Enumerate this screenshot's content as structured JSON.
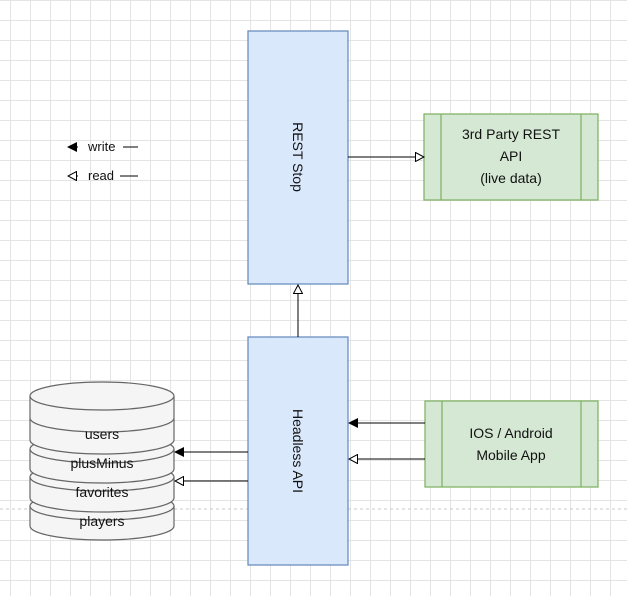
{
  "legend": {
    "write_label": "write",
    "read_label": "read"
  },
  "nodes": {
    "rest_stop": {
      "label": "REST Stop"
    },
    "headless_api": {
      "label": "Headless API"
    },
    "third_party": {
      "lines": [
        "3rd Party REST",
        "API",
        "(live data)"
      ]
    },
    "mobile_app": {
      "lines": [
        "IOS / Android",
        "Mobile App"
      ]
    },
    "database": {
      "tables": [
        "users",
        "plusMinus",
        "favorites",
        "players"
      ]
    }
  },
  "colors": {
    "service_fill": "#dae8fc",
    "service_stroke": "#6c8ebf",
    "external_fill": "#d5e8d4",
    "external_stroke": "#82b366",
    "db_fill": "#f5f5f5",
    "db_stroke": "#666666"
  }
}
